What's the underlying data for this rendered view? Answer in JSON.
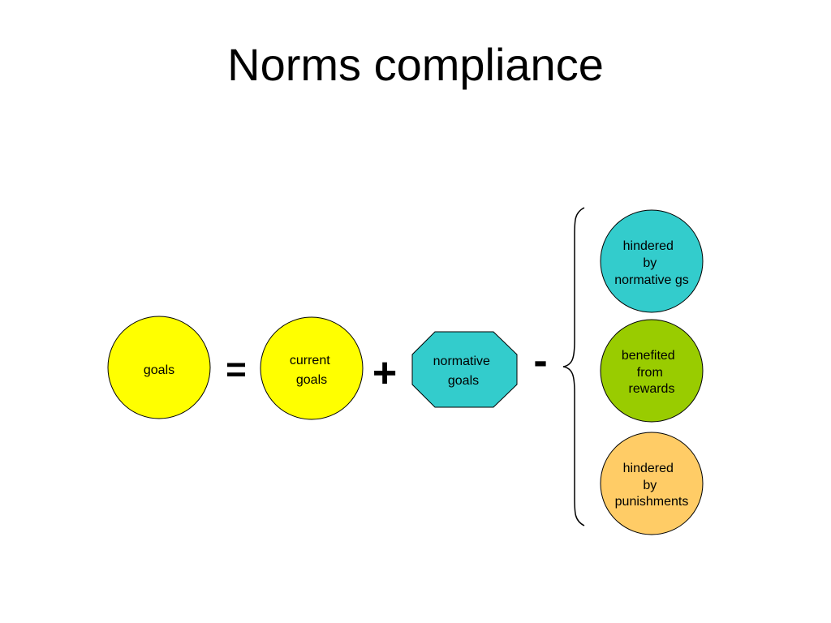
{
  "title": "Norms compliance",
  "nodes": {
    "goals": {
      "lines": [
        "goals"
      ],
      "color": "#FFFF00"
    },
    "current_goals": {
      "lines": [
        "current",
        "goals"
      ],
      "color": "#FFFF00"
    },
    "normative_goals": {
      "lines": [
        "normative",
        "goals"
      ],
      "color": "#33CCCC"
    },
    "hindered_normative": {
      "lines": [
        "hindered",
        "by",
        "normative gs"
      ],
      "color": "#33CCCC"
    },
    "benefited_rewards": {
      "lines": [
        "benefited",
        "from",
        "rewards"
      ],
      "color": "#99CC00"
    },
    "hindered_punishments": {
      "lines": [
        "hindered",
        "by",
        "punishments"
      ],
      "color": "#FFCC66"
    }
  },
  "operators": {
    "equals": "=",
    "plus": "+",
    "minus": "-"
  }
}
